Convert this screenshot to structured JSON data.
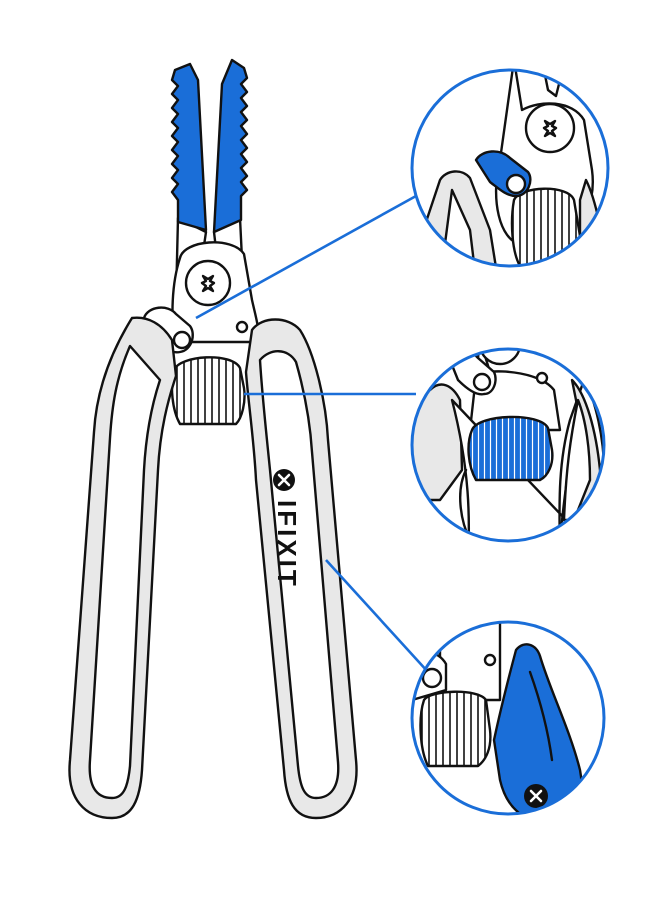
{
  "brand": {
    "wordmark": "IFIXIT",
    "logo_icon": "x-icon"
  },
  "colors": {
    "accent": "#1a6ed8",
    "callout": "#1a6ed8",
    "handle_fill": "#e8e8e8",
    "outline": "#111111",
    "background": "#ffffff"
  },
  "callouts": [
    {
      "name": "pivot-spring-detail",
      "icon": "spring-icon"
    },
    {
      "name": "grip-ridges-detail",
      "icon": "ridges-icon"
    },
    {
      "name": "handle-grip-detail",
      "icon": "handle-icon"
    }
  ]
}
